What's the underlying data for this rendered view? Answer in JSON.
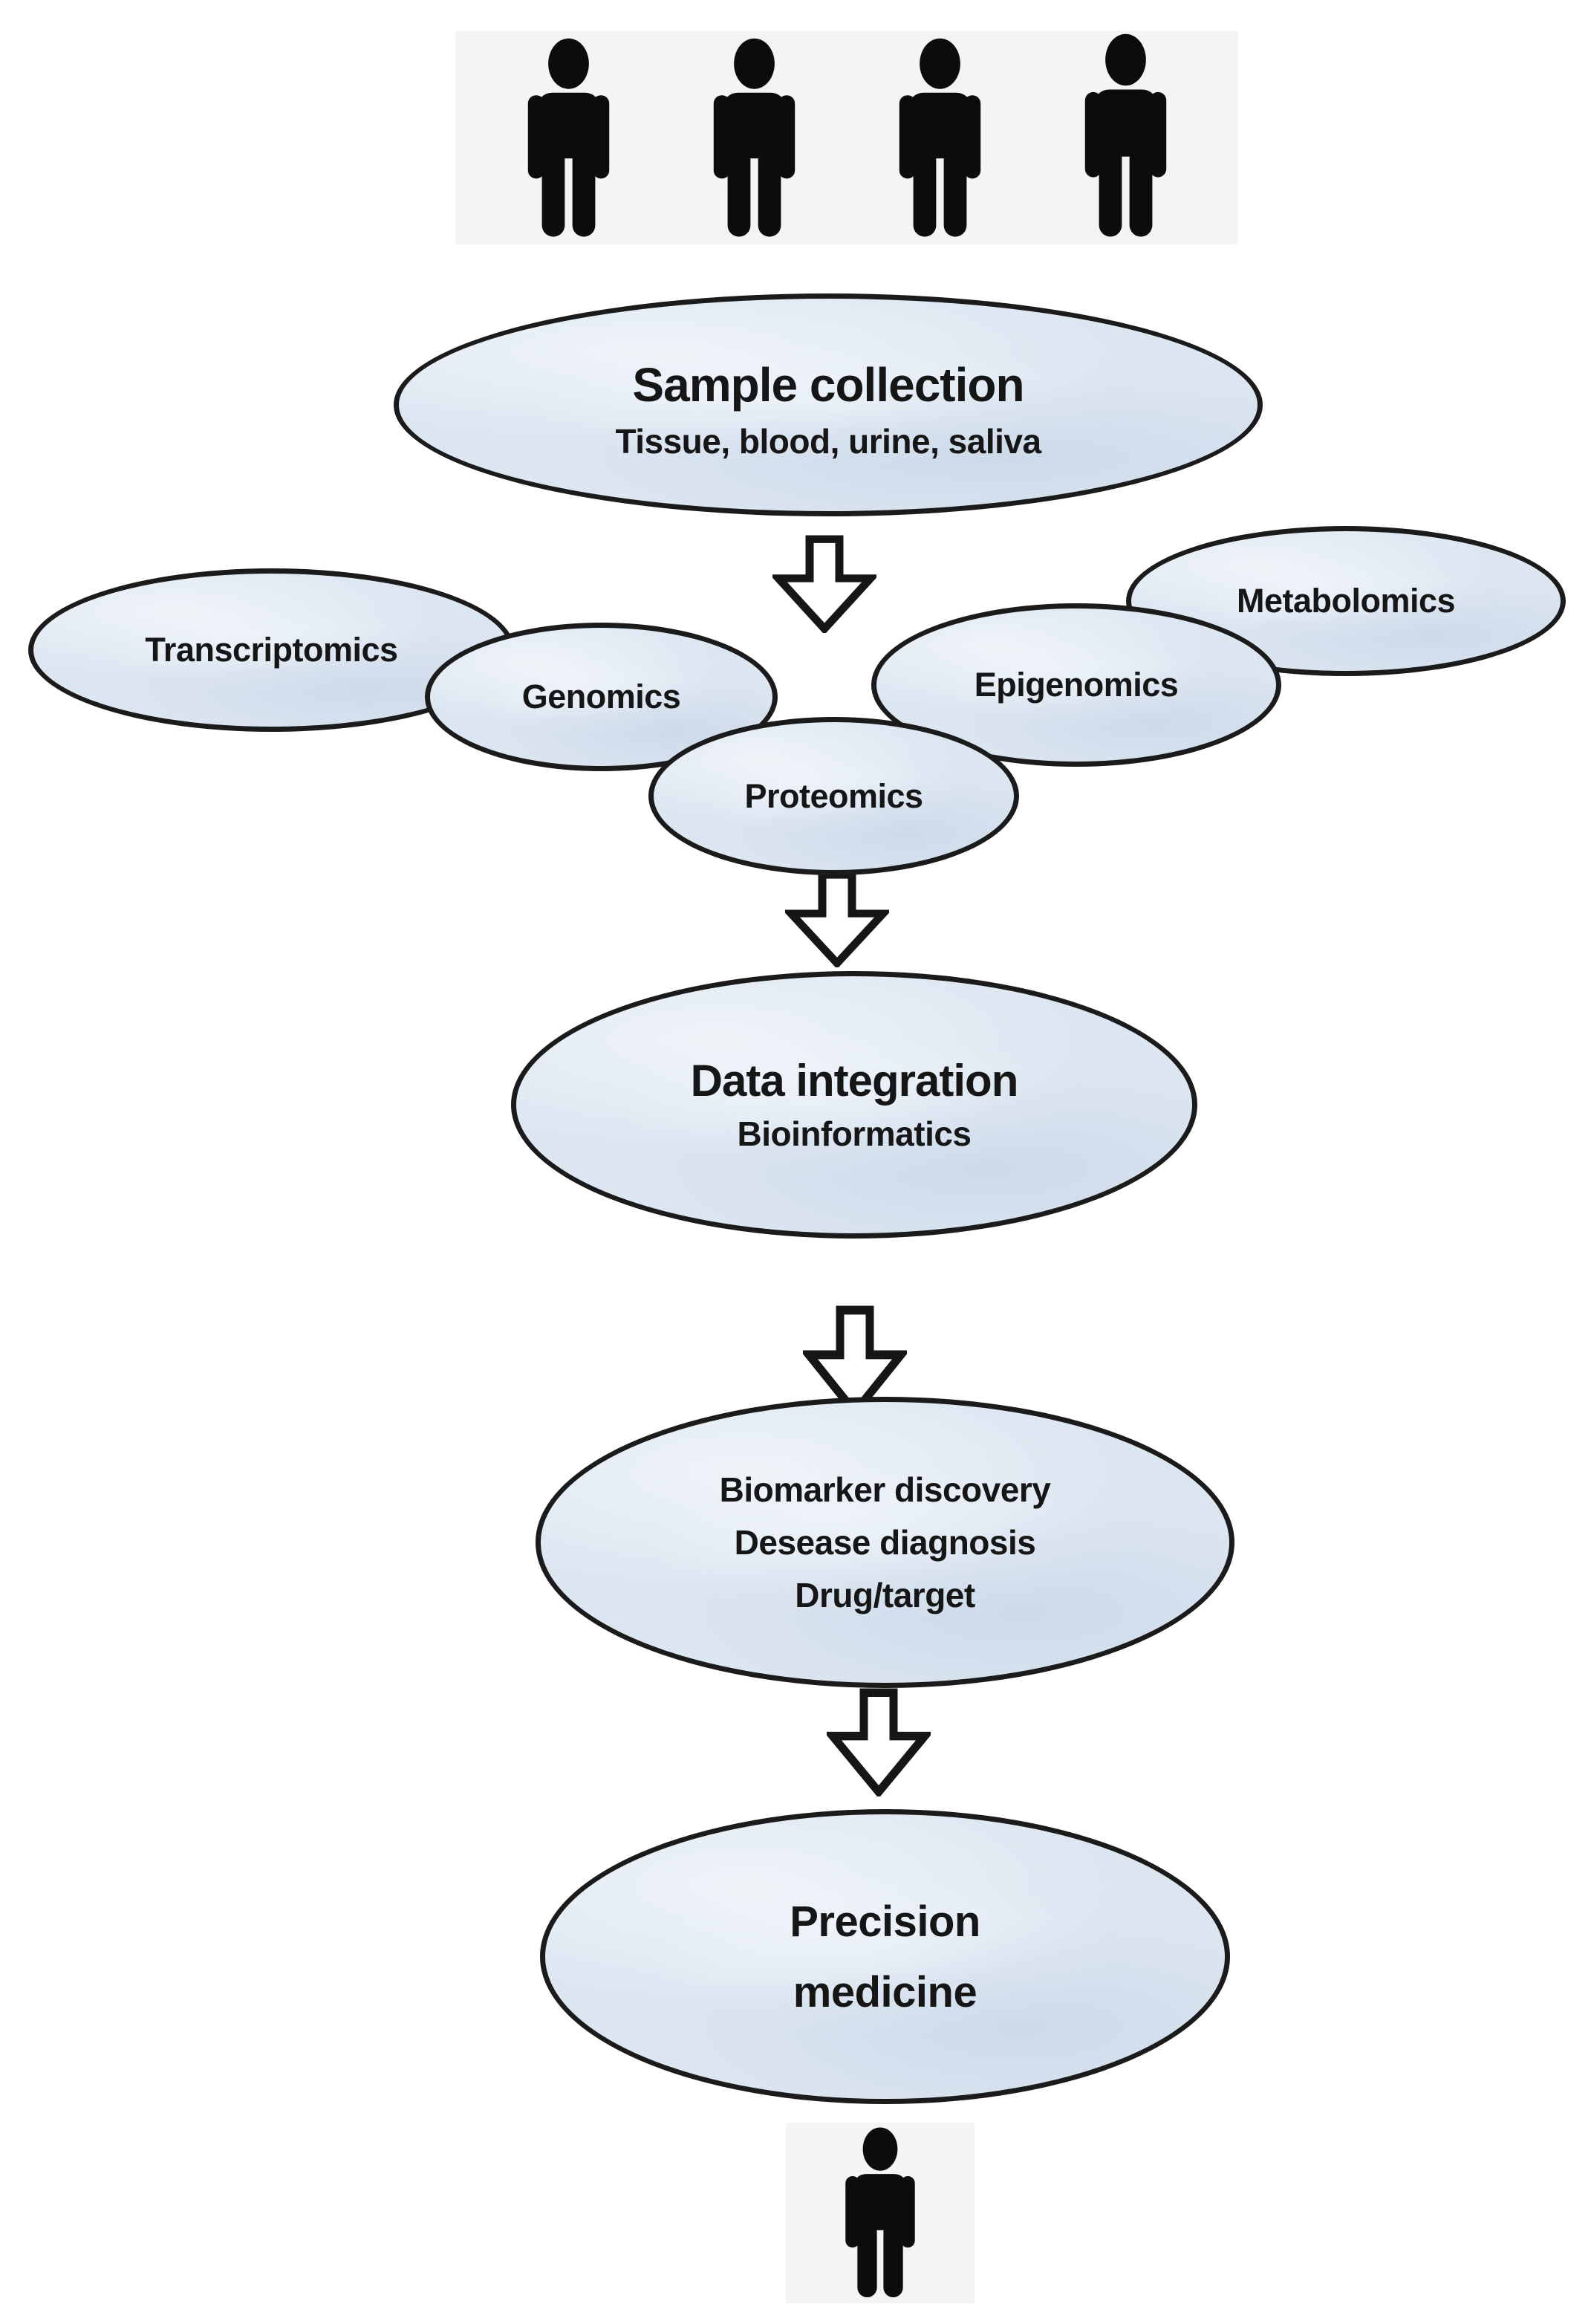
{
  "diagram": {
    "type": "flowchart",
    "topic": "Multi-omics workflow from patient samples to precision medicine",
    "patients_top": {
      "icon": "person-icon",
      "count": 4
    },
    "patient_bottom": {
      "icon": "person-icon",
      "count": 1
    },
    "arrows": {
      "icon": "down-arrow-icon",
      "count": 4
    },
    "sample_collection": {
      "title": "Sample collection",
      "subtitle": "Tissue, blood, urine, saliva"
    },
    "omics": [
      {
        "label": "Transcriptomics"
      },
      {
        "label": "Genomics"
      },
      {
        "label": "Proteomics"
      },
      {
        "label": "Epigenomics"
      },
      {
        "label": "Metabolomics"
      }
    ],
    "data_integration": {
      "title": "Data integration",
      "subtitle": "Bioinformatics"
    },
    "outcomes": {
      "line1": "Biomarker discovery",
      "line2": "Desease diagnosis",
      "line3": "Drug/target"
    },
    "precision_medicine": {
      "line1": "Precision",
      "line2": "medicine"
    },
    "colors": {
      "ellipse_fill": "#dce6f1",
      "ellipse_border": "#1b1b1b",
      "text": "#161616",
      "arrow_fill": "#ffffff",
      "arrow_outline": "#161616",
      "panel_bg": "#f6f4f2",
      "page_bg": "#ffffff"
    }
  }
}
